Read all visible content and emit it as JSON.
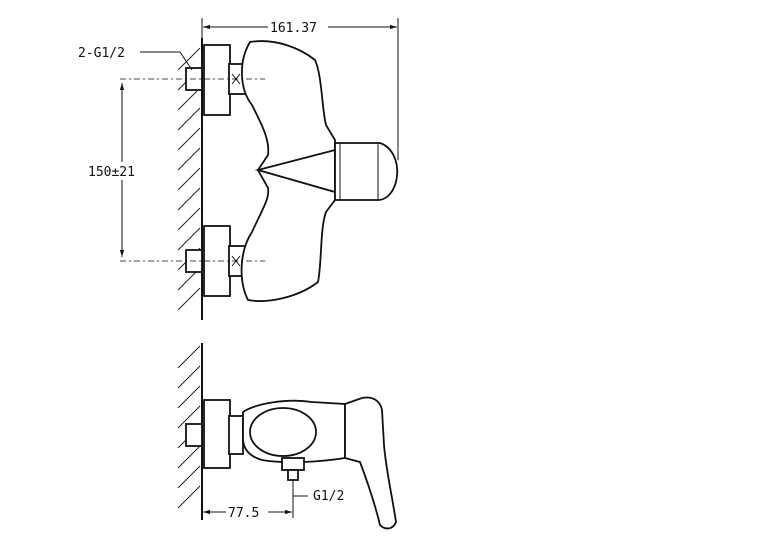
{
  "dimensions": {
    "overall_width": "161.37",
    "inlet_thread": "2-G1/2",
    "inlet_spacing": "150±21",
    "wall_offset": "77.5",
    "outlet_thread": "G1/2"
  }
}
